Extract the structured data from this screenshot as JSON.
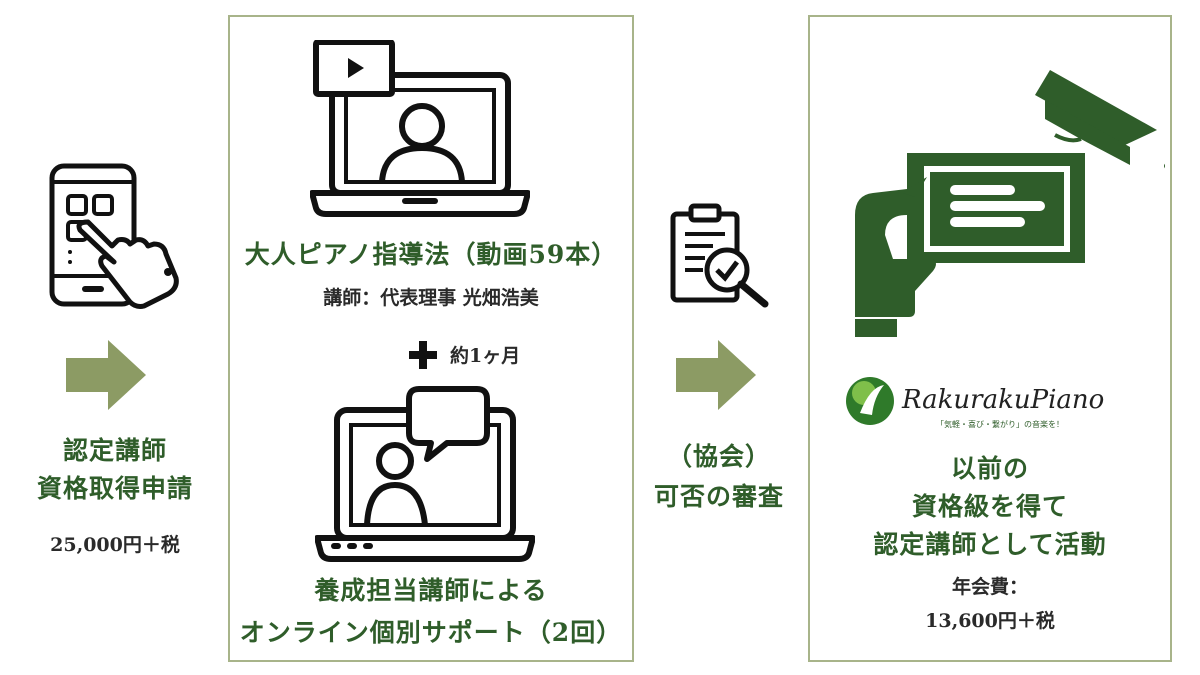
{
  "step1": {
    "title_line1": "認定講師",
    "title_line2": "資格取得申請",
    "fee": "25,000円＋税"
  },
  "step2": {
    "video_title": "大人ピアノ指導法（動画59本）",
    "instructor": "講師：代表理事 光畑浩美",
    "duration": "約1ヶ月",
    "support_line1": "養成担当講師による",
    "support_line2": "オンライン個別サポート（2回）"
  },
  "step3": {
    "line1": "（協会）",
    "line2": "可否の審査"
  },
  "step4": {
    "logo_text": "RakurakuPiano",
    "logo_tagline": "「気軽・喜び・繋がり」の音楽を！",
    "line1": "以前の",
    "line2": "資格級を得て",
    "line3": "認定講師として活動",
    "fee_label": "年会費：",
    "fee_value": "13,600円＋税"
  },
  "colors": {
    "accent_green": "#2f5d2a",
    "arrow_green": "#8c9b64",
    "box_border": "#a8b48a"
  }
}
